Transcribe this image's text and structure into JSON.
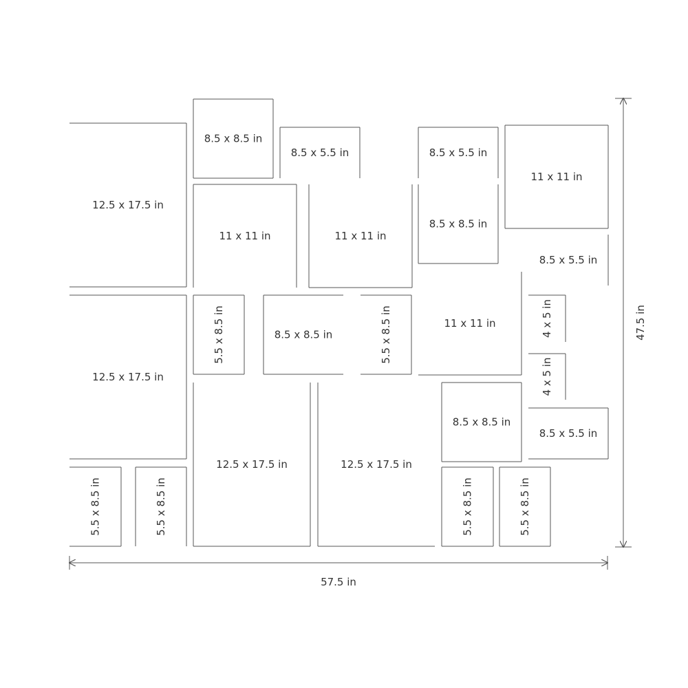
{
  "colors": {
    "line": "#555555",
    "text": "#333333",
    "background": "#ffffff"
  },
  "frames": [
    {
      "id": "l-top",
      "label": "12.5 x 17.5 in"
    },
    {
      "id": "l-mid",
      "label": "12.5 x 17.5 in"
    },
    {
      "id": "l-bot1",
      "label": "5.5 x 8.5 in"
    },
    {
      "id": "l-bot2",
      "label": "5.5 x 8.5 in"
    },
    {
      "id": "c1-top",
      "label": "8.5 x 8.5 in"
    },
    {
      "id": "c1-sq",
      "label": "11 x 11 in"
    },
    {
      "id": "c1-port",
      "label": "5.5 x 8.5 in"
    },
    {
      "id": "c1-big",
      "label": "12.5 x 17.5 in"
    },
    {
      "id": "c2-top",
      "label": "8.5 x 5.5 in"
    },
    {
      "id": "c2-sq",
      "label": "11 x 11 in"
    },
    {
      "id": "c2-mid",
      "label": "8.5 x 8.5 in"
    },
    {
      "id": "c2-port",
      "label": "5.5 x 8.5 in"
    },
    {
      "id": "c2-big",
      "label": "12.5 x 17.5 in"
    },
    {
      "id": "c3-top",
      "label": "8.5 x 5.5 in"
    },
    {
      "id": "c3-sq",
      "label": "8.5 x 8.5 in"
    },
    {
      "id": "c3-big",
      "label": "11 x 11 in"
    },
    {
      "id": "c3-mid",
      "label": "8.5 x 8.5 in"
    },
    {
      "id": "c3-bot1",
      "label": "5.5 x 8.5 in"
    },
    {
      "id": "c3-bot2",
      "label": "5.5 x 8.5 in"
    },
    {
      "id": "r-sq",
      "label": "11 x 11 in"
    },
    {
      "id": "r-land1",
      "label": "8.5 x 5.5 in"
    },
    {
      "id": "r-small1",
      "label": "4 x 5 in"
    },
    {
      "id": "r-small2",
      "label": "4 x 5 in"
    },
    {
      "id": "r-land2",
      "label": "8.5 x 5.5 in"
    }
  ],
  "dimensions": {
    "width_label": "57.5 in",
    "height_label": "47.5 in"
  }
}
